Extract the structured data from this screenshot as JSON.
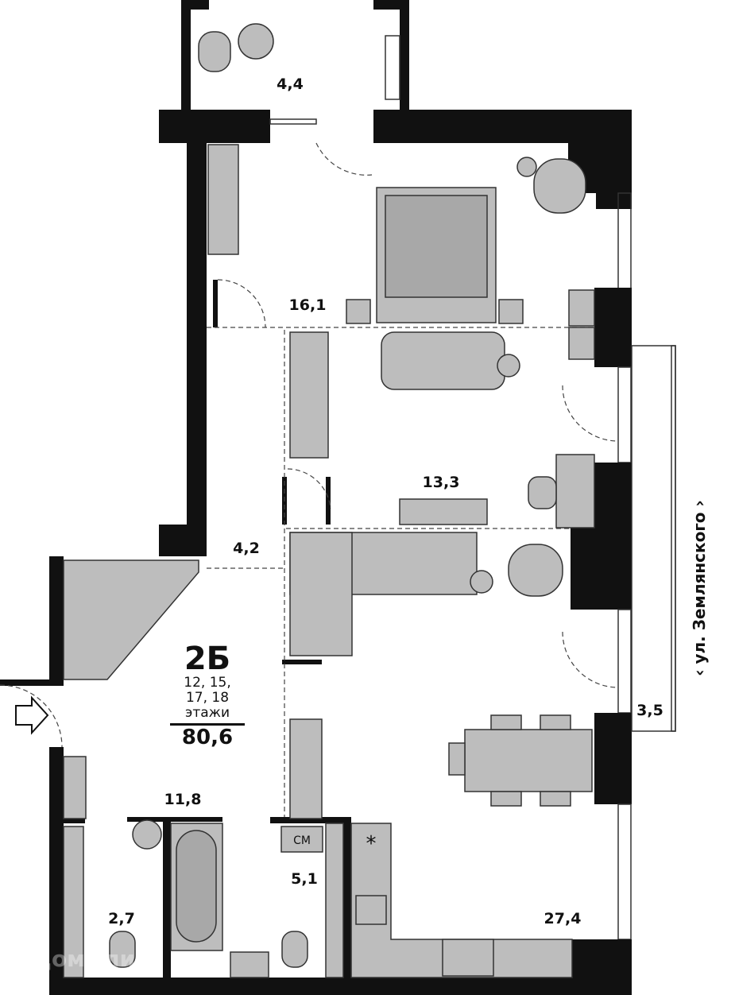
{
  "apartment": {
    "type": "2Б",
    "floors_line1": "12, 15,",
    "floors_line2": "17, 18",
    "floors_label": "этажи",
    "total_area": "80,6"
  },
  "rooms": [
    {
      "name": "balcony-top",
      "area": "4,4"
    },
    {
      "name": "bedroom",
      "area": "16,1"
    },
    {
      "name": "room-middle",
      "area": "13,3"
    },
    {
      "name": "hall",
      "area": "4,2"
    },
    {
      "name": "bathroom",
      "area": "11,8"
    },
    {
      "name": "toilet",
      "area": "2,7"
    },
    {
      "name": "laundry",
      "area": "5,1"
    },
    {
      "name": "living-kitchen",
      "area": "27,4"
    },
    {
      "name": "balcony-right",
      "area": "3,5"
    }
  ],
  "laundry_tag": "СМ",
  "street": "‹ ул. Землянского ›",
  "watermark": "ДомКлик",
  "icons": [
    "entrance-arrow-icon",
    "fridge-snowflake-icon"
  ],
  "colors": {
    "wall": "#111111",
    "furniture": "#bdbdbd"
  }
}
